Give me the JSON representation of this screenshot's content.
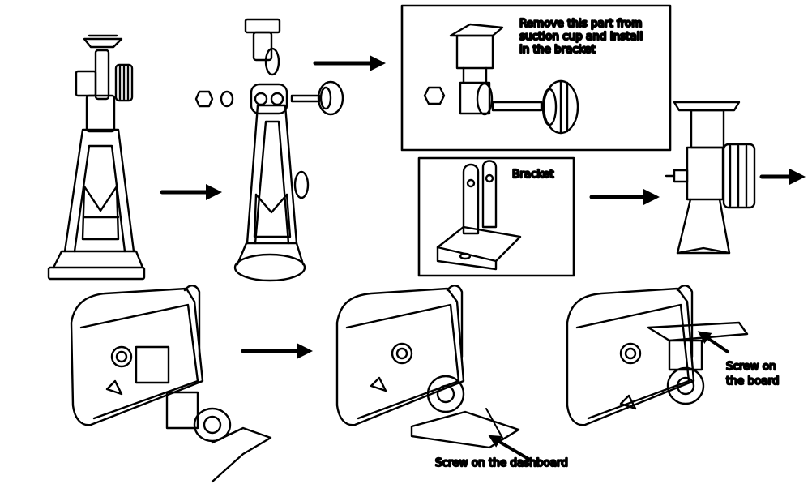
{
  "diagram": {
    "labels": {
      "remove_part": [
        "Remove this part from",
        "suction cup and install",
        "in the bracket"
      ],
      "bracket": "Bracket",
      "screw_board": [
        "Screw on",
        "the board"
      ],
      "screw_dashboard": "Screw on the dashboard"
    }
  }
}
